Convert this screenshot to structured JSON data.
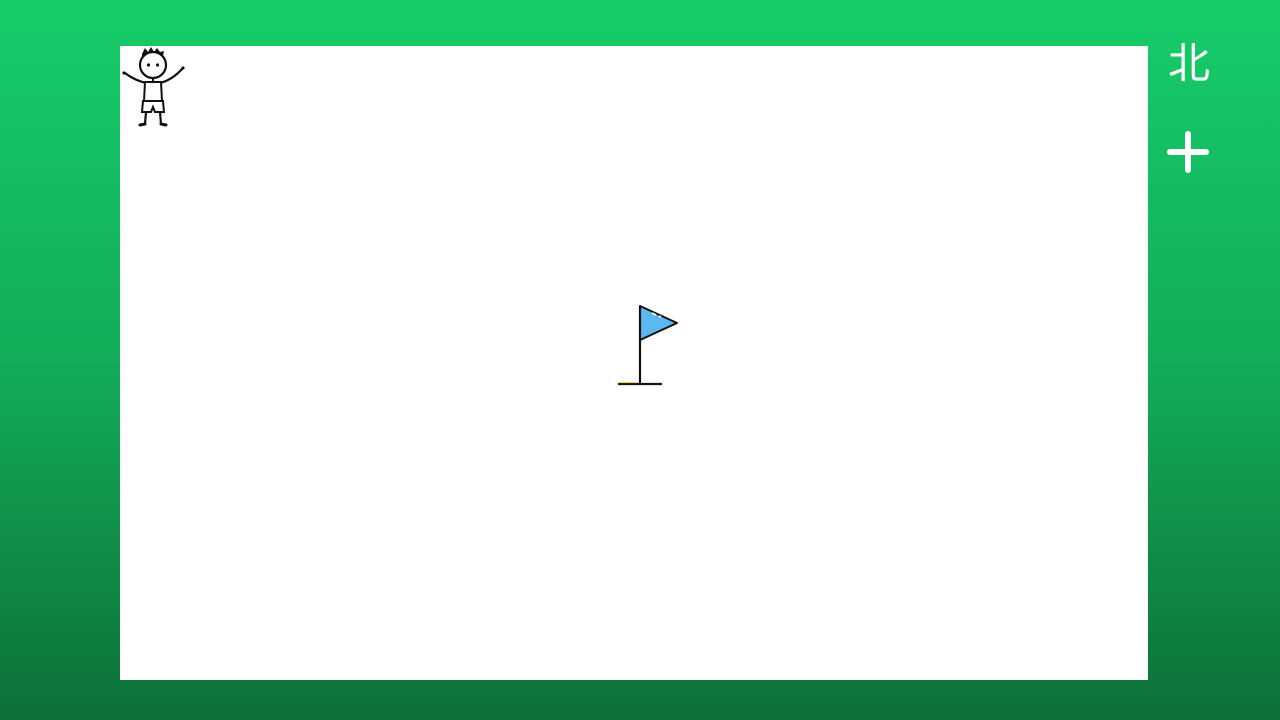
{
  "compass": {
    "label": "北"
  },
  "controls": {
    "zoom_in_icon": "plus-icon"
  },
  "game": {
    "player_icon": "stick-figure-boy",
    "goal_icon": "goal-flag",
    "colors": {
      "background_top": "#16cc69",
      "background_bottom": "#0d7038",
      "board": "#ffffff",
      "flag": "#5bb8f0",
      "flag_base_accent": "#f5c542"
    }
  }
}
